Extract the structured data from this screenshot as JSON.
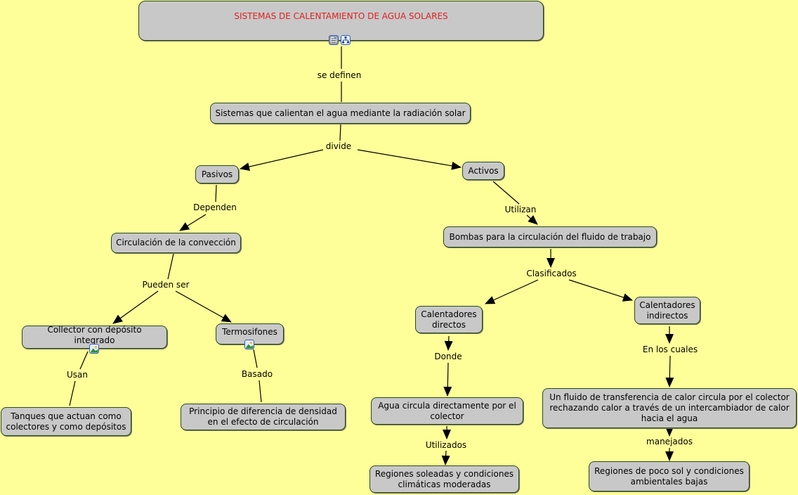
{
  "title": "SISTEMAS DE CALENTAMIENTO DE AGUA SOLARES",
  "colors": {
    "background": "#ffff99",
    "node_fill": "#c8c8c8",
    "node_border": "#2a4a1a",
    "title_text": "#e02020"
  },
  "concepts": {
    "sistemas": "Sistemas que calientan el agua mediante la radiación solar",
    "pasivos": "Pasivos",
    "activos": "Activos",
    "circulacion": "Circulación de la convección",
    "bombas": "Bombas para la circulación del fluido de trabajo",
    "colector": "Collector con depósito integrado",
    "termosifones": "Termosifones",
    "tanques": "Tanques que actuan como colectores y como depósitos",
    "principio": "Principio de diferencia de densidad en el efecto de circulación",
    "directos": "Calentadores directos",
    "indirectos": "Calentadores indirectos",
    "agua_circula": "Agua circula directamente por el colector",
    "fluido": "Un fluido de transferencia de calor circula por el colector rechazando calor a través de un intercambiador de calor hacia el agua",
    "regiones_soleadas": "Regiones soleadas y condiciones climáticas moderadas",
    "regiones_poco_sol": "Regiones de poco sol y condiciones ambientales bajas"
  },
  "linking_phrases": {
    "se_definen": "se definen",
    "divide": "divide",
    "dependen": "Dependen",
    "utilizan": "Utilizan",
    "pueden_ser": "Pueden ser",
    "clasificados": "Clasificados",
    "usan": "Usan",
    "basado": "Basado",
    "donde": "Donde",
    "en_los_cuales": "En los cuales",
    "utilizados": "Utilizados",
    "manejados": "manejados"
  },
  "resource_icons": {
    "title": [
      "document-image-icon",
      "concept-map-icon"
    ],
    "colector": [
      "image-icon"
    ],
    "termosifones": [
      "image-icon"
    ]
  }
}
